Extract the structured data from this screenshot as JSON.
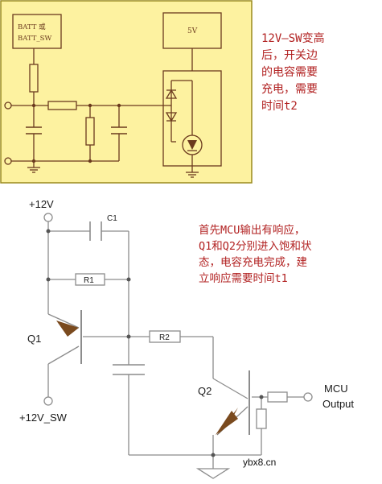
{
  "top_circuit": {
    "batt_label_line1": "BATT 或",
    "batt_label_line2": "BATT_SW",
    "supply_label": "5V",
    "note_lines": [
      "12V—SW变高",
      "后，开关边",
      "的电容需要",
      "充电，需要",
      "时间t2"
    ]
  },
  "bottom_circuit": {
    "v12_label": "+12V",
    "v12sw_label": "+12V_SW",
    "c1_label": "C1",
    "r1_label": "R1",
    "r2_label": "R2",
    "q1_label": "Q1",
    "q2_label": "Q2",
    "mcu_label_line1": "MCU",
    "mcu_label_line2": "Output",
    "note_lines": [
      "首先MCU输出有响应，",
      "Q1和Q2分别进入饱和状",
      "态，电容充电完成，建",
      "立响应需要时间t1"
    ]
  },
  "watermark": "ybx8.cn",
  "colors": {
    "panel_bg": "#FDF2A0",
    "panel_border": "#9A8A1E",
    "wire_top": "#6B3A1E",
    "note_text": "#B22222",
    "wire_bottom": "#8C8C8C",
    "arrow": "#7A4A1E"
  }
}
